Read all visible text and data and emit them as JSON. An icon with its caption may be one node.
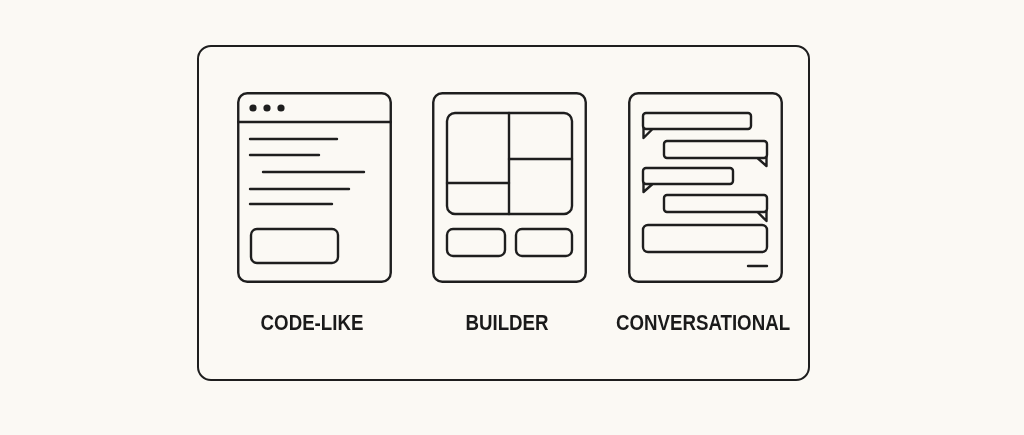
{
  "diagram": {
    "nodes": [
      {
        "text": [],
        "shape": "box"
      },
      {
        "text": [
          "CODE-LIKE"
        ],
        "in": 0
      },
      {
        "text": [
          "BUILDER"
        ],
        "in": 0
      },
      {
        "text": [
          "CONVERSATIONAL"
        ],
        "in": 0
      }
    ]
  }
}
